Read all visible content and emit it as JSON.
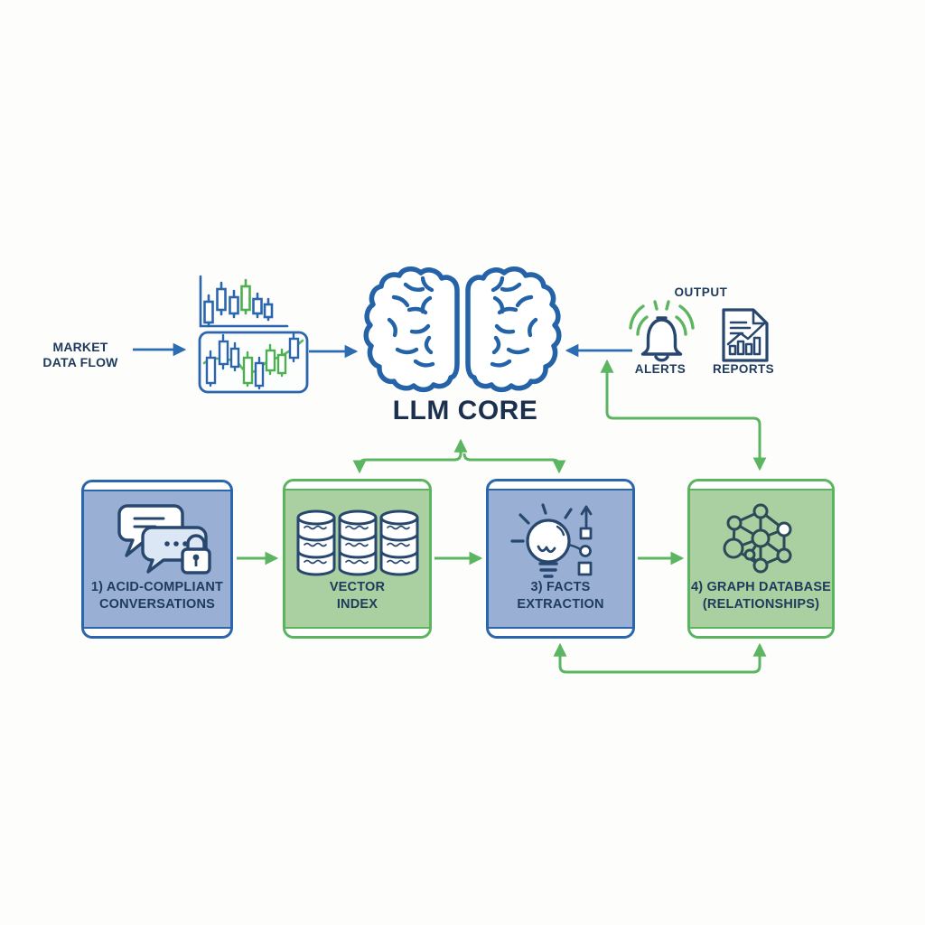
{
  "diagram": {
    "market_flow": {
      "label_line1": "MARKET",
      "label_line2": "DATA FLOW"
    },
    "llm_core_label": "LLM CORE",
    "output": {
      "title": "OUTPUT",
      "alerts": "ALERTS",
      "reports": "REPORTS"
    },
    "pipeline": [
      {
        "line1": "1) ACID-COMPLIANT",
        "line2": "CONVERSATIONS"
      },
      {
        "line1": "VECTOR",
        "line2": "INDEX"
      },
      {
        "line1": "3) FACTS",
        "line2": "EXTRACTION"
      },
      {
        "line1": "4) GRAPH DATABASE",
        "line2": "(RELATIONSHIPS)"
      }
    ]
  },
  "colors": {
    "background": "#fdfdfc",
    "blue_line": "#2b6cb3",
    "blue_box_border": "#2b66ad",
    "blue_box_fill": "#99b0d4",
    "green_line": "#5cb560",
    "green_box_border": "#5bb45e",
    "green_box_fill": "#aacfa0",
    "text_dark": "#1e3a5c",
    "icon_stroke": "#27476e"
  },
  "icons": [
    "candlestick-chart-icon",
    "candlestick-panel-icon",
    "brain-icon",
    "bell-icon",
    "report-document-icon",
    "chat-lock-icon",
    "database-cylinders-icon",
    "lightbulb-icon",
    "graph-network-icon"
  ]
}
